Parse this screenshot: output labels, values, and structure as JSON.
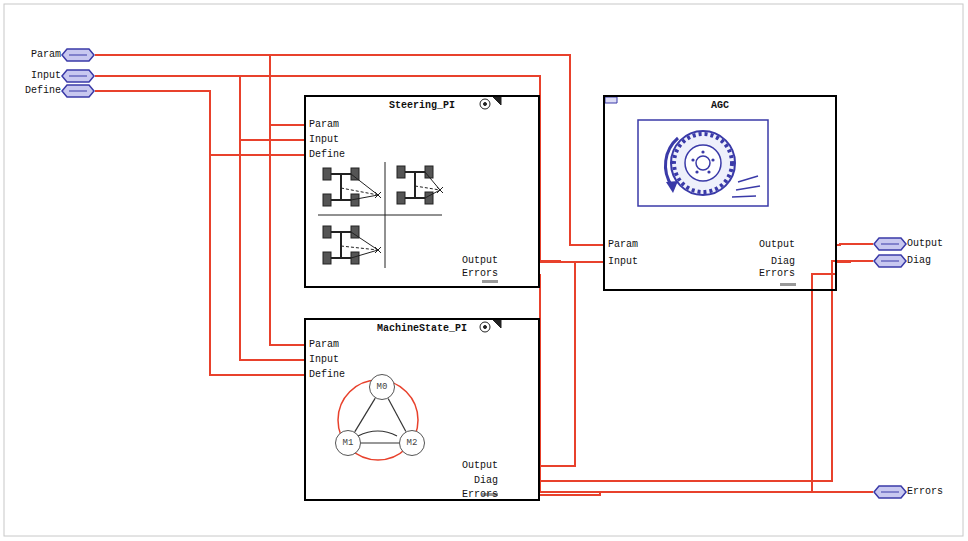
{
  "diagram": {
    "nodes": [
      {
        "text": [
          "Param"
        ]
      },
      {
        "text": [
          "Input"
        ]
      },
      {
        "text": [
          "Define"
        ]
      },
      {
        "text": [
          "Steering_PI"
        ]
      },
      {
        "text": [
          "AGC"
        ]
      },
      {
        "text": [
          "MachineState_PI"
        ]
      },
      {
        "text": [
          "M0"
        ],
        "in": 5
      },
      {
        "text": [
          "M1"
        ],
        "in": 5
      },
      {
        "text": [
          "M2"
        ],
        "in": 5
      },
      {
        "text": [
          "Output"
        ]
      },
      {
        "text": [
          "Diag"
        ]
      },
      {
        "text": [
          "Errors"
        ]
      }
    ],
    "edges": [
      {
        "from": 0,
        "to": 3,
        "arrow": "none"
      },
      {
        "from": 0,
        "to": 5,
        "arrow": "none"
      },
      {
        "from": 0,
        "to": 4,
        "arrow": "none"
      },
      {
        "from": 1,
        "to": 3,
        "arrow": "none"
      },
      {
        "from": 1,
        "to": 5,
        "arrow": "none"
      },
      {
        "from": 1,
        "to": 4,
        "arrow": "none"
      },
      {
        "from": 2,
        "to": 3,
        "arrow": "none"
      },
      {
        "from": 2,
        "to": 5,
        "arrow": "none"
      },
      {
        "from": 3,
        "to": 4,
        "arrow": "none"
      },
      {
        "from": 5,
        "to": 4,
        "arrow": "none"
      },
      {
        "from": 3,
        "to": 11,
        "arrow": "none"
      },
      {
        "from": 5,
        "to": 11,
        "arrow": "none"
      },
      {
        "from": 4,
        "to": 11,
        "arrow": "none"
      },
      {
        "from": 4,
        "to": 9,
        "arrow": "none"
      },
      {
        "from": 4,
        "to": 10,
        "arrow": "none"
      },
      {
        "from": 5,
        "to": 10,
        "arrow": "none"
      },
      {
        "from": 6,
        "to": 7,
        "arrow": "none"
      },
      {
        "from": 7,
        "to": 8,
        "arrow": "none"
      },
      {
        "from": 6,
        "to": 8,
        "arrow": "none"
      }
    ],
    "labels": [
      "Param",
      "Input",
      "Define",
      "Output",
      "Errors",
      "Param",
      "Input",
      "Output",
      "Diag",
      "Errors",
      "Param",
      "Input",
      "Define",
      "Output",
      "Diag",
      "Errors"
    ]
  }
}
